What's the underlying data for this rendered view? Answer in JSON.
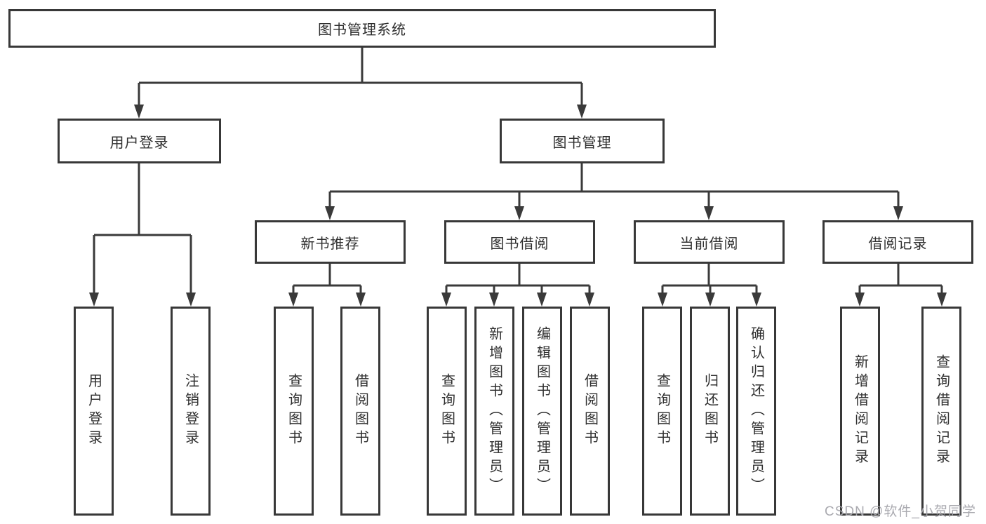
{
  "diagram": {
    "tree": {
      "label": "图书管理系统",
      "children": [
        {
          "label": "用户登录",
          "children": [
            {
              "label": "用户登录"
            },
            {
              "label": "注销登录"
            }
          ]
        },
        {
          "label": "图书管理",
          "children": [
            {
              "label": "新书推荐",
              "children": [
                {
                  "label": "查询图书"
                },
                {
                  "label": "借阅图书"
                }
              ]
            },
            {
              "label": "图书借阅",
              "children": [
                {
                  "label": "查询图书"
                },
                {
                  "label": "新增图书（管理员）"
                },
                {
                  "label": "编辑图书（管理员）"
                },
                {
                  "label": "借阅图书"
                }
              ]
            },
            {
              "label": "当前借阅",
              "children": [
                {
                  "label": "查询图书"
                },
                {
                  "label": "归还图书"
                },
                {
                  "label": "确认归还（管理员）"
                }
              ]
            },
            {
              "label": "借阅记录",
              "children": [
                {
                  "label": "新增借阅记录"
                },
                {
                  "label": "查询借阅记录"
                }
              ]
            }
          ]
        }
      ]
    },
    "colors": {
      "line": "#3a3a3a",
      "border": "#383838",
      "text": "#2f2f2f",
      "background": "#ffffff",
      "watermark": "#a6a6ac"
    }
  },
  "watermark": {
    "text": "CSDN @软件_小贺同学"
  }
}
